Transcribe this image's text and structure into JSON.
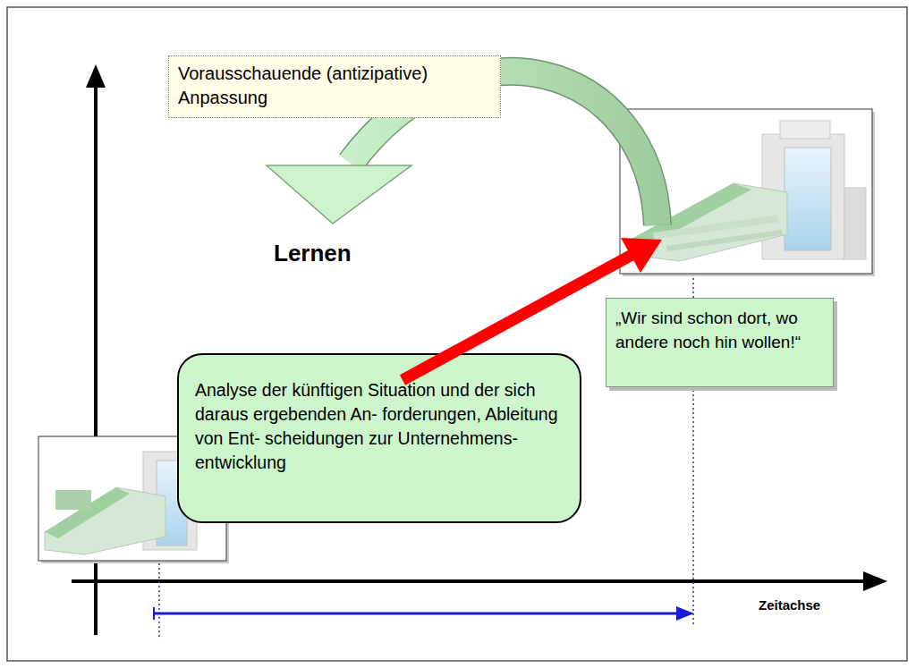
{
  "diagram": {
    "nodes": [
      {
        "text": [
          "Vorausschauende (antizipative) Anpassung"
        ]
      },
      {
        "text": [
          "„Wir sind schon dort, wo andere noch hin wollen!“"
        ]
      },
      {
        "text": [
          "Analyse der künftigen Situation und der sich daraus ergebenden An- forderungen, Ableitung von Ent- scheidungen zur Unternehmens- entwicklung"
        ]
      }
    ],
    "labels": [
      "Lernen",
      "Zeitachse"
    ]
  }
}
